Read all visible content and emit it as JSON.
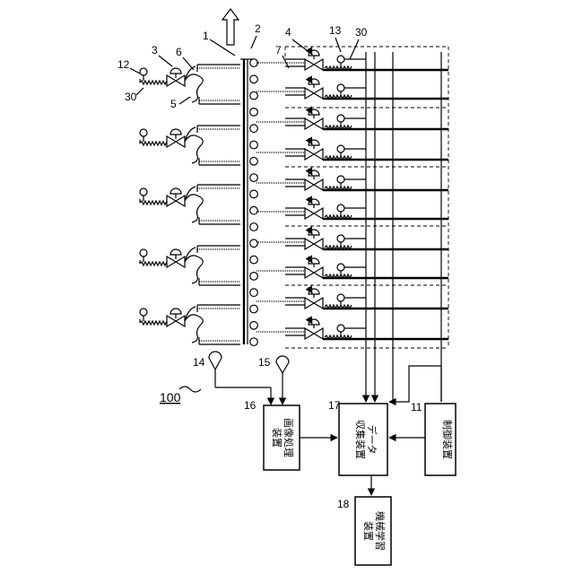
{
  "system_label": "100",
  "refs": {
    "belt": "1",
    "rollers": "2",
    "left_unit": "3",
    "right_unit": "4",
    "lower_part": "5",
    "nozzle": "6",
    "pipe": "7",
    "control_device": "11",
    "left_gauge": "12",
    "right_gauge": "13",
    "camera_a": "14",
    "camera_b": "15",
    "image_device": "16",
    "data_device": "17",
    "ml_device": "18",
    "spring_left": "30",
    "spring_right": "30"
  },
  "devices": {
    "image_processing": [
      "画像処理",
      "装置"
    ],
    "data_collection": [
      "データ",
      "収集装置"
    ],
    "control": [
      "制御装置"
    ],
    "machine_learning": [
      "機械学習",
      "装置"
    ]
  }
}
